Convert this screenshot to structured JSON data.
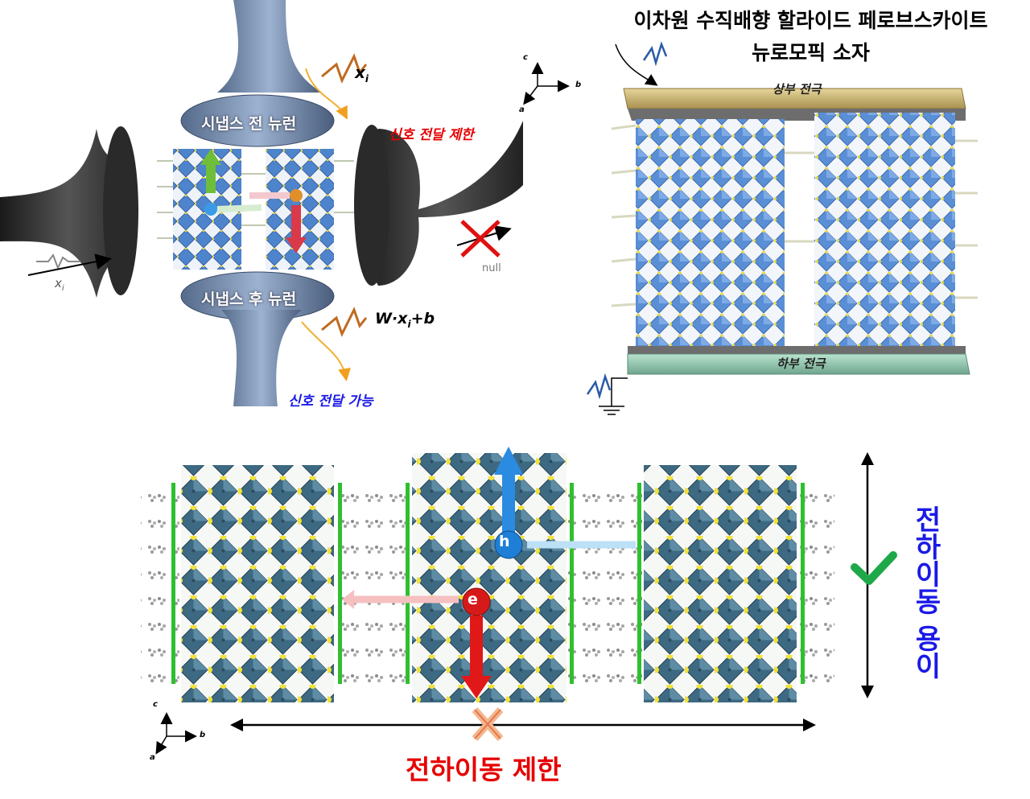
{
  "title": {
    "line1": "이차원 수직배향 할라이드 페로브스카이트",
    "line2": "뉴로모픽 소자"
  },
  "neuron": {
    "pre": "시냅스 전 뉴런",
    "post": "시냅스 후 뉴런",
    "signal_limited": "신호 전달 제한",
    "signal_possible": "신호 전달 가능",
    "input_x": "x",
    "input_sub": "i",
    "input_x_small": "x",
    "input_sub_small": "i",
    "output_eq": "W·x",
    "output_sub": "i",
    "output_eq_tail": "+b",
    "null_label": "null"
  },
  "device": {
    "top_electrode": "상부 전극",
    "bottom_electrode": "하부 전극",
    "axis_c": "c",
    "axis_b": "b",
    "axis_a": "a"
  },
  "bottom": {
    "charge_transport_easy": "전하이동 용이",
    "charge_transport_limited": "전하이동 제한",
    "hole": "h",
    "electron": "e",
    "axis_c": "c",
    "axis_b": "b",
    "axis_a": "a"
  },
  "colors": {
    "blue_text": "#1a1ae6",
    "red_text": "#e60000",
    "octahedron": "#4a7fc8",
    "octahedron_dark": "#2f5a7a",
    "electrode_top": "#c9b16a",
    "electrode_bottom": "#8fc9b0",
    "check": "#1fa84a"
  }
}
